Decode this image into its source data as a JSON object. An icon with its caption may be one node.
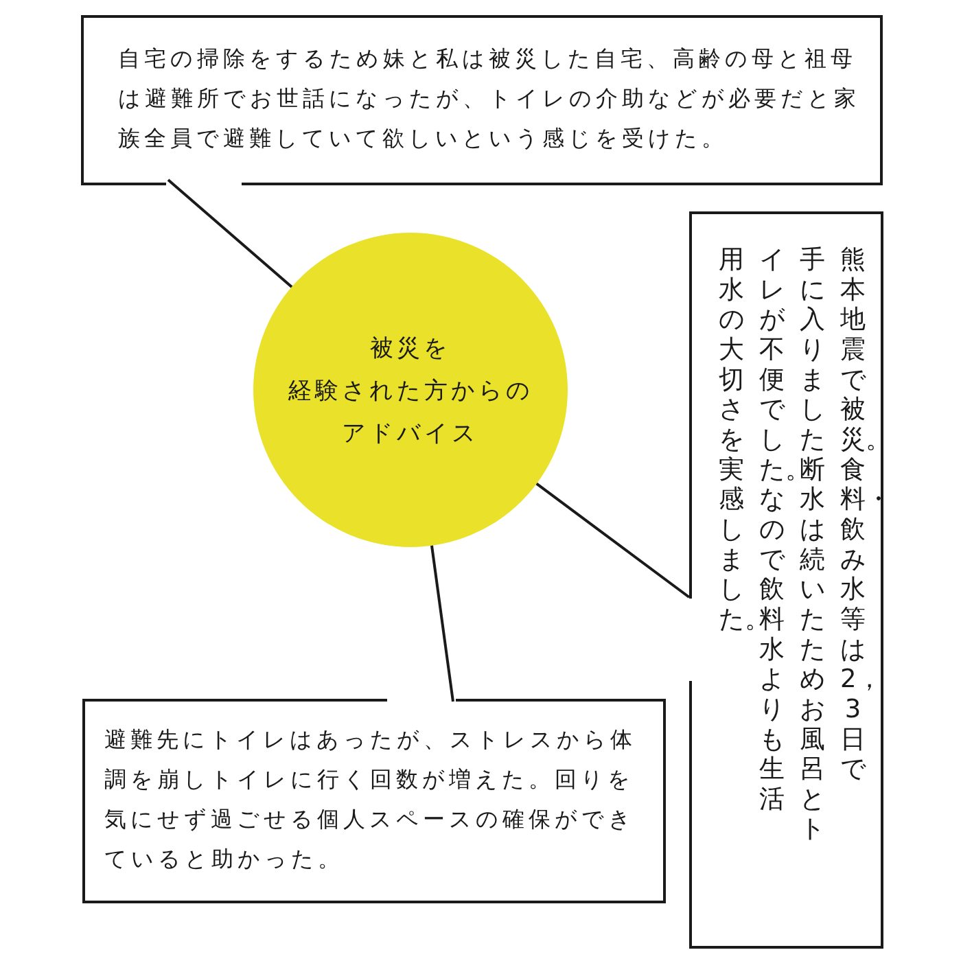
{
  "diagram": {
    "nodes": [
      {
        "text": [
          "自宅の掃除をするため妹と私は被災した自宅、高齢の母と祖母は避難所でお世話になったが、トイレの介助などが必要だと家族全員で避難していて欲しいという感じを受けた。"
        ]
      },
      {
        "text": [
          "被災を経験された方からのアドバイス"
        ]
      },
      {
        "text": [
          "熊本地震で被災。食料・飲み水等は2，3日で手に入りました断水は続いたためお風呂とトイレが不便でした。なので飲料水よりも生活用水の大切さを実感しました。"
        ]
      },
      {
        "text": [
          "避難先にトイレはあったが、ストレスから体調を崩しトイレに行く回数が増えた。回りを気にせず過ごせる個人スペースの確保ができていると助かった。"
        ]
      }
    ],
    "edges": [
      {
        "from": 0,
        "to": 1,
        "arrow": "none"
      },
      {
        "from": 2,
        "to": 1,
        "arrow": "none"
      },
      {
        "from": 3,
        "to": 1,
        "arrow": "none"
      }
    ]
  }
}
